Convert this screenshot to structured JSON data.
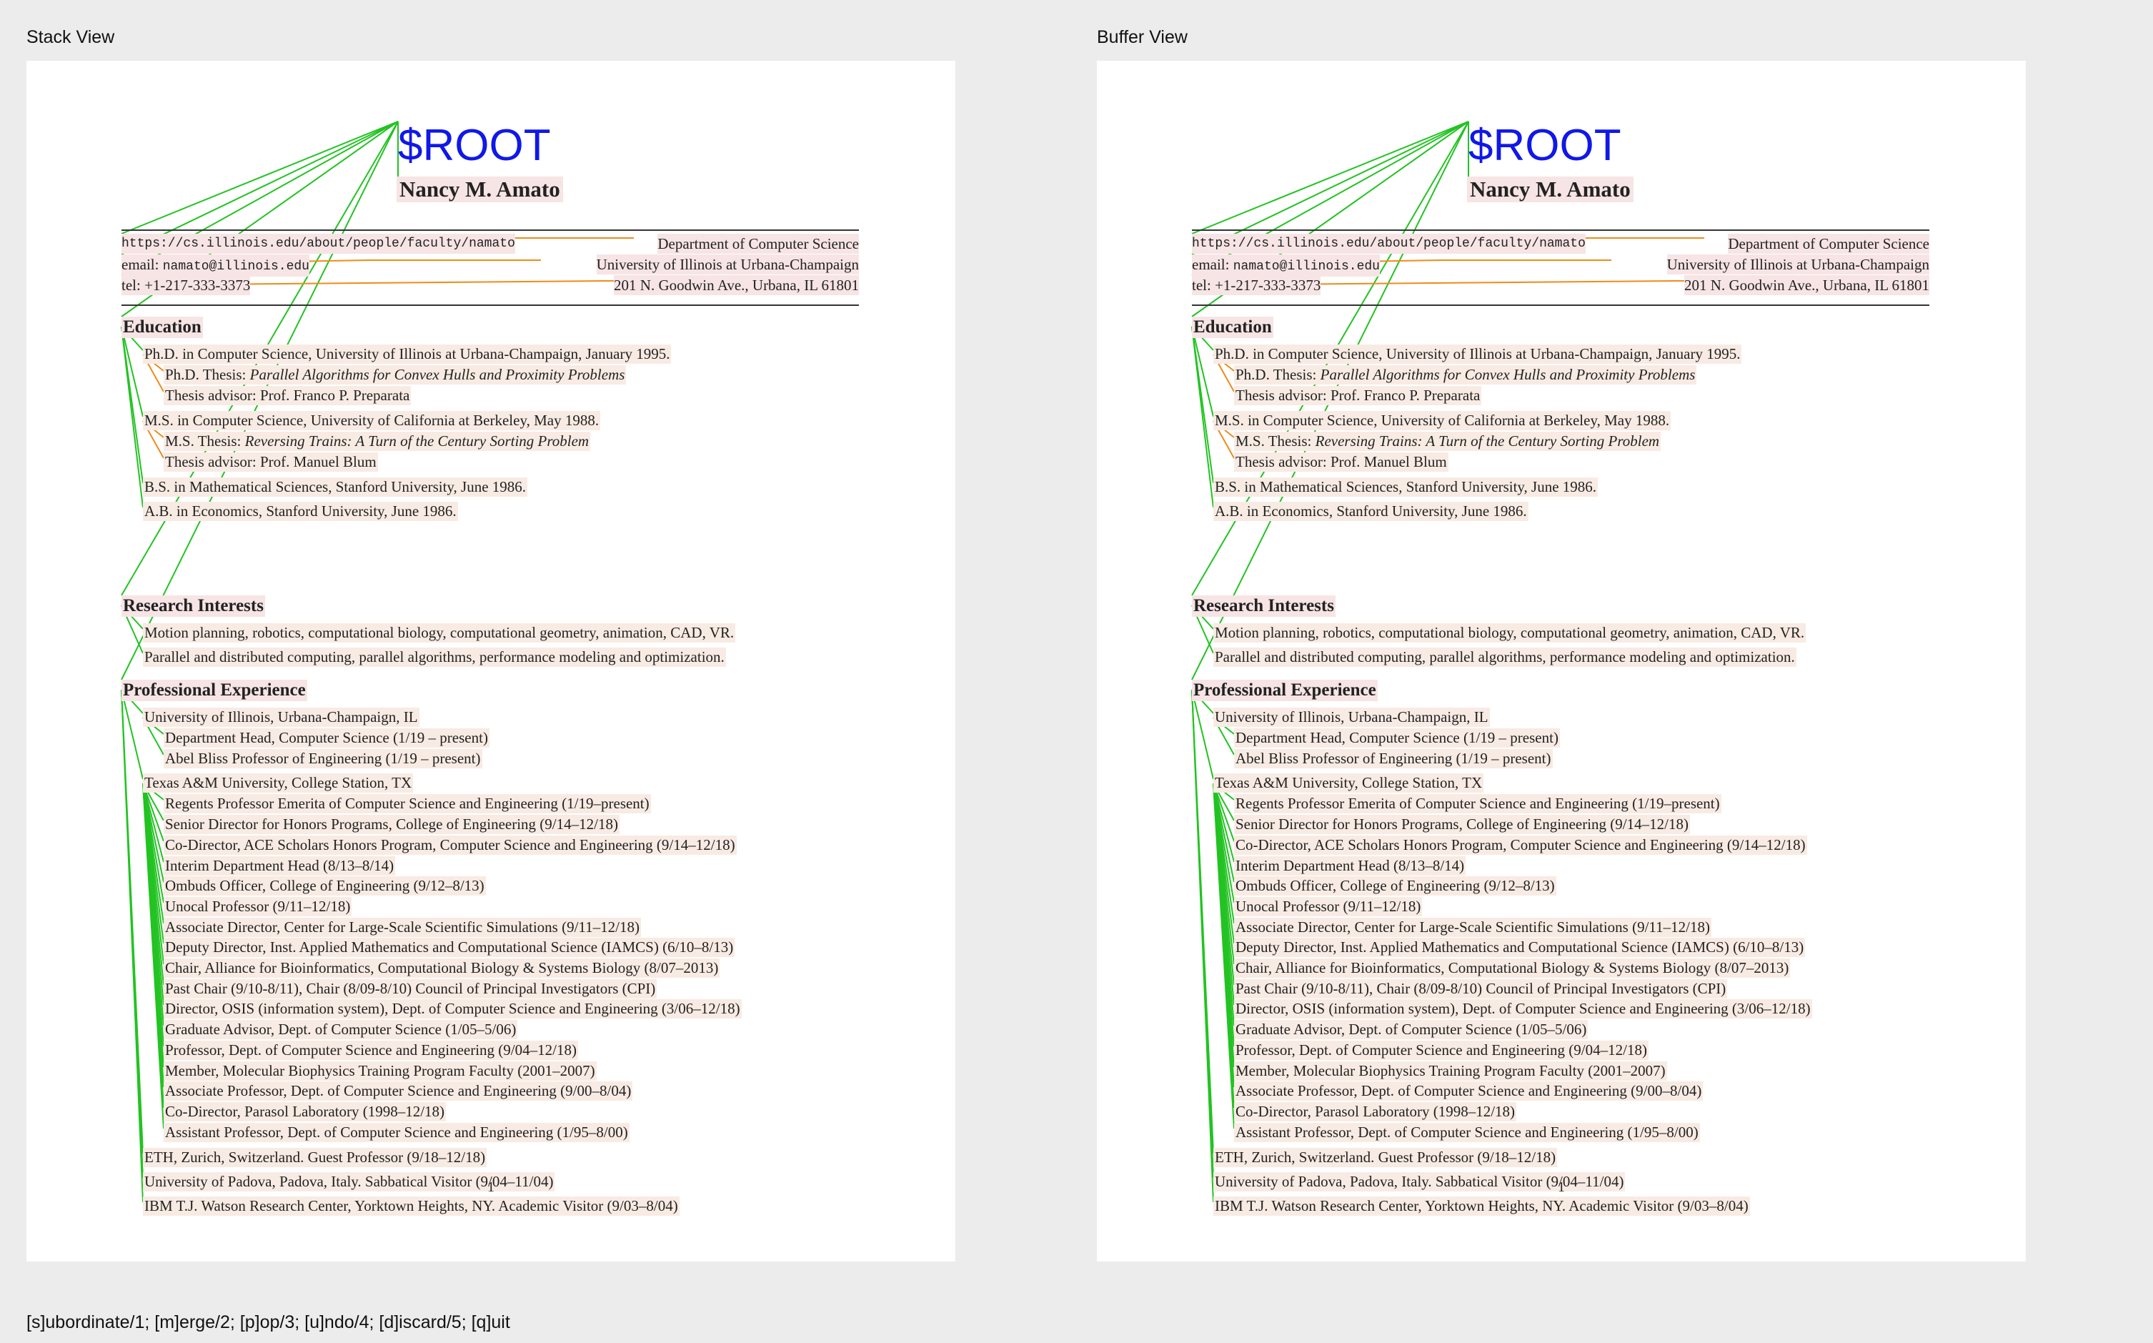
{
  "panes": [
    {
      "title": "Stack View"
    },
    {
      "title": "Buffer View"
    }
  ],
  "command_bar": "[s]ubordinate/1; [m]erge/2; [p]op/3; [u]ndo/4; [d]iscard/5; [q]uit",
  "colors": {
    "root_label": "#1018e8",
    "tree_edge": "#22c322",
    "merge_edge": "#f08a1a",
    "highlight": "#f8ebe3"
  },
  "doc": {
    "root": "$ROOT",
    "name": "Nancy M. Amato",
    "contact": [
      {
        "left": "https://cs.illinois.edu/about/people/faculty/namato",
        "right": "Department of Computer Science"
      },
      {
        "left_prefix": "email: ",
        "left": "namato@illinois.edu",
        "right": "University of Illinois at Urbana-Champaign"
      },
      {
        "left": "tel: +1-217-333-3373",
        "right": "201 N. Goodwin Ave., Urbana, IL 61801"
      }
    ],
    "education_heading": "Education",
    "education": [
      "Ph.D. in Computer Science, University of Illinois at Urbana-Champaign, January 1995.",
      "Ph.D. Thesis:",
      "Parallel Algorithms for Convex Hulls and Proximity Problems",
      "Thesis advisor: Prof. Franco P. Preparata",
      "M.S. in Computer Science, University of California at Berkeley, May 1988.",
      "M.S. Thesis:",
      "Reversing Trains: A Turn of the Century Sorting Problem",
      "Thesis advisor: Prof. Manuel Blum",
      "B.S. in Mathematical Sciences, Stanford University, June 1986.",
      "A.B. in Economics, Stanford University, June 1986."
    ],
    "research_heading": "Research Interests",
    "research": [
      "Motion planning, robotics, computational biology, computational geometry, animation, CAD, VR.",
      "Parallel and distributed computing, parallel algorithms, performance modeling and optimization."
    ],
    "experience_heading": "Professional Experience",
    "experience": [
      "University of Illinois, Urbana-Champaign, IL",
      "Department Head, Computer Science (1/19 – present)",
      "Abel Bliss Professor of Engineering (1/19 – present)",
      "Texas A&M University, College Station, TX",
      "Regents Professor Emerita of Computer Science and Engineering (1/19–present)",
      "Senior Director for Honors Programs, College of Engineering (9/14–12/18)",
      "Co-Director, ACE Scholars Honors Program, Computer Science and Engineering (9/14–12/18)",
      "Interim Department Head (8/13–8/14)",
      "Ombuds Officer, College of Engineering (9/12–8/13)",
      "Unocal Professor (9/11–12/18)",
      "Associate Director, Center for Large-Scale Scientific Simulations (9/11–12/18)",
      "Deputy Director, Inst. Applied Mathematics and Computational Science (IAMCS) (6/10–8/13)",
      "Chair, Alliance for Bioinformatics, Computational Biology & Systems Biology (8/07–2013)",
      "Past Chair (9/10-8/11), Chair (8/09-8/10) Council of Principal Investigators (CPI)",
      "Director, OSIS (information system), Dept. of Computer Science and Engineering (3/06–12/18)",
      "Graduate Advisor, Dept. of Computer Science (1/05–5/06)",
      "Professor, Dept. of Computer Science and Engineering (9/04–12/18)",
      "Member, Molecular Biophysics Training Program Faculty (2001–2007)",
      "Associate Professor, Dept. of Computer Science and Engineering (9/00–8/04)",
      "Co-Director, Parasol Laboratory (1998–12/18)",
      "Assistant Professor, Dept. of Computer Science and Engineering (1/95–8/00)",
      "ETH, Zurich, Switzerland. Guest Professor (9/18–12/18)",
      "University of Padova, Padova, Italy. Sabbatical Visitor (9/04–11/04)",
      "IBM T.J. Watson Research Center, Yorktown Heights, NY. Academic Visitor (9/03–8/04)"
    ],
    "page_number": "1"
  }
}
